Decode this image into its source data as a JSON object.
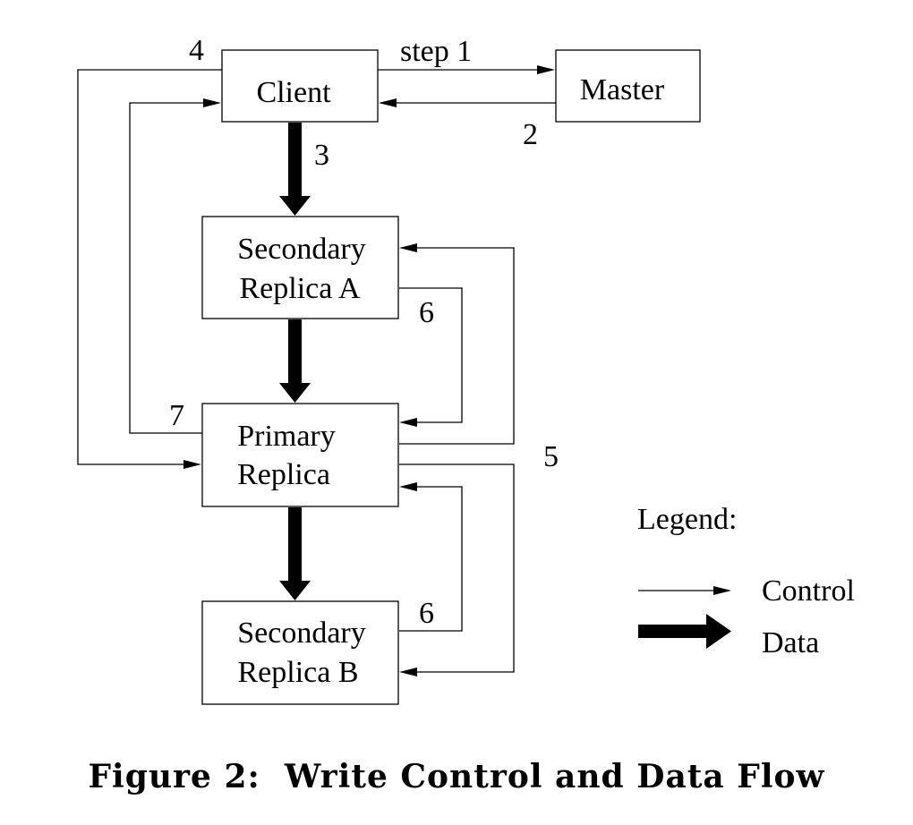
{
  "nodes": {
    "client": {
      "lines": [
        "Client"
      ]
    },
    "master": {
      "lines": [
        "Master"
      ]
    },
    "secondary_a": {
      "lines": [
        "Secondary",
        "Replica A"
      ]
    },
    "primary": {
      "lines": [
        "Primary",
        "Replica"
      ]
    },
    "secondary_b": {
      "lines": [
        "Secondary",
        "Replica B"
      ]
    }
  },
  "steps": {
    "step1": "step 1",
    "step2": "2",
    "step3": "3",
    "step4": "4",
    "step5": "5",
    "step6a": "6",
    "step6b": "6",
    "step7": "7"
  },
  "legend": {
    "title": "Legend:",
    "control": "Control",
    "data": "Data"
  },
  "caption": "Figure 2:  Write Control and Data Flow"
}
